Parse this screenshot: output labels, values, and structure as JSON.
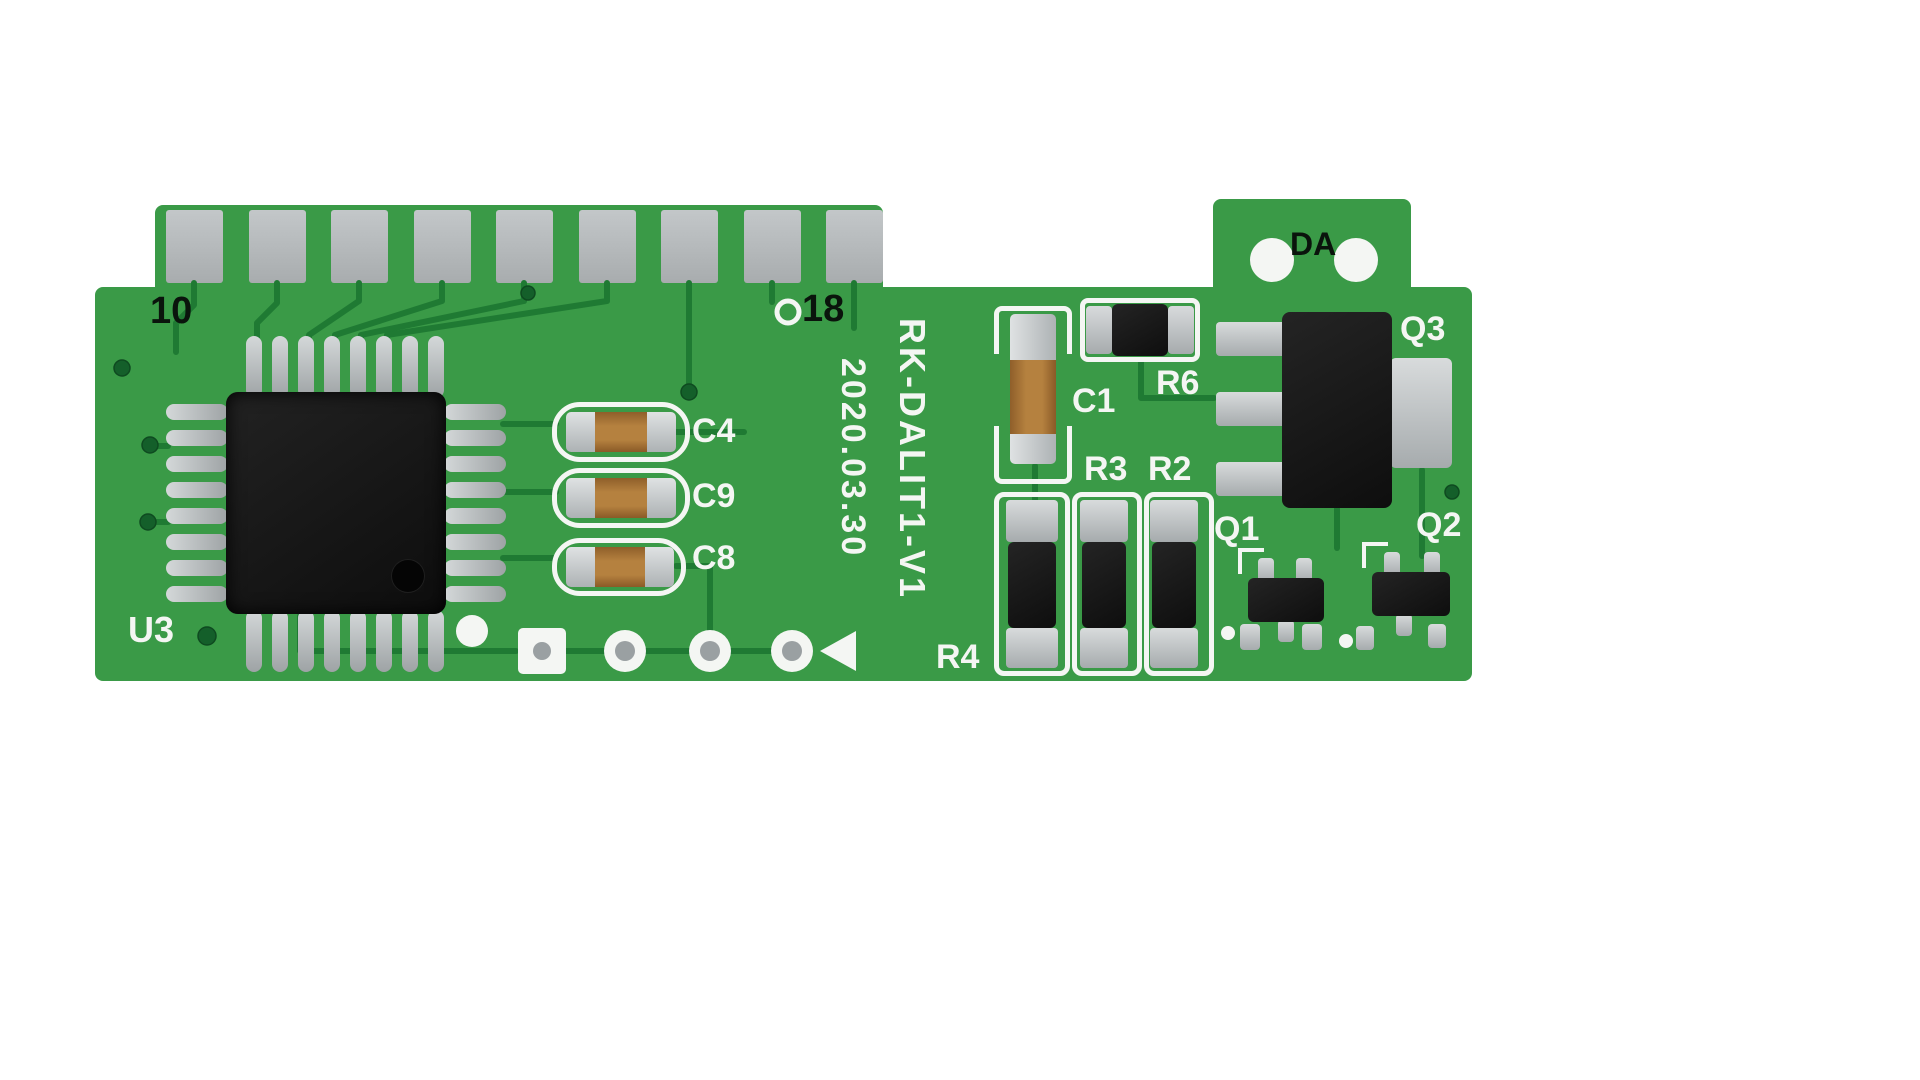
{
  "page": {
    "background": "#ffffff"
  },
  "pcb": {
    "colors": {
      "background": "#ffffff",
      "board_green": "#3a9a47",
      "trace_dark_green": "#1f7a33",
      "silkscreen_white": "#f4f6f3",
      "pad_silver": "#b9bdbf",
      "edge_finger_gray": "#b3b7b9",
      "component_black": "#171717",
      "capacitor_tan": "#b07c3c",
      "label_dark": "#0a140c"
    },
    "top_edge": {
      "pin_left": "10",
      "pin_right": "18",
      "finger_count": 9
    },
    "da_connector": {
      "label": "DA"
    },
    "vertical_text": {
      "model": "RK-DALIT1-V1",
      "date": "2020.03.30"
    },
    "components": {
      "u3": {
        "label": "U3"
      },
      "c4": {
        "label": "C4"
      },
      "c9": {
        "label": "C9"
      },
      "c8": {
        "label": "C8"
      },
      "c1": {
        "label": "C1"
      },
      "r6": {
        "label": "R6"
      },
      "r3": {
        "label": "R3"
      },
      "r2": {
        "label": "R2"
      },
      "r4": {
        "label": "R4"
      },
      "q1": {
        "label": "Q1"
      },
      "q2": {
        "label": "Q2"
      },
      "q3": {
        "label": "Q3"
      }
    }
  }
}
